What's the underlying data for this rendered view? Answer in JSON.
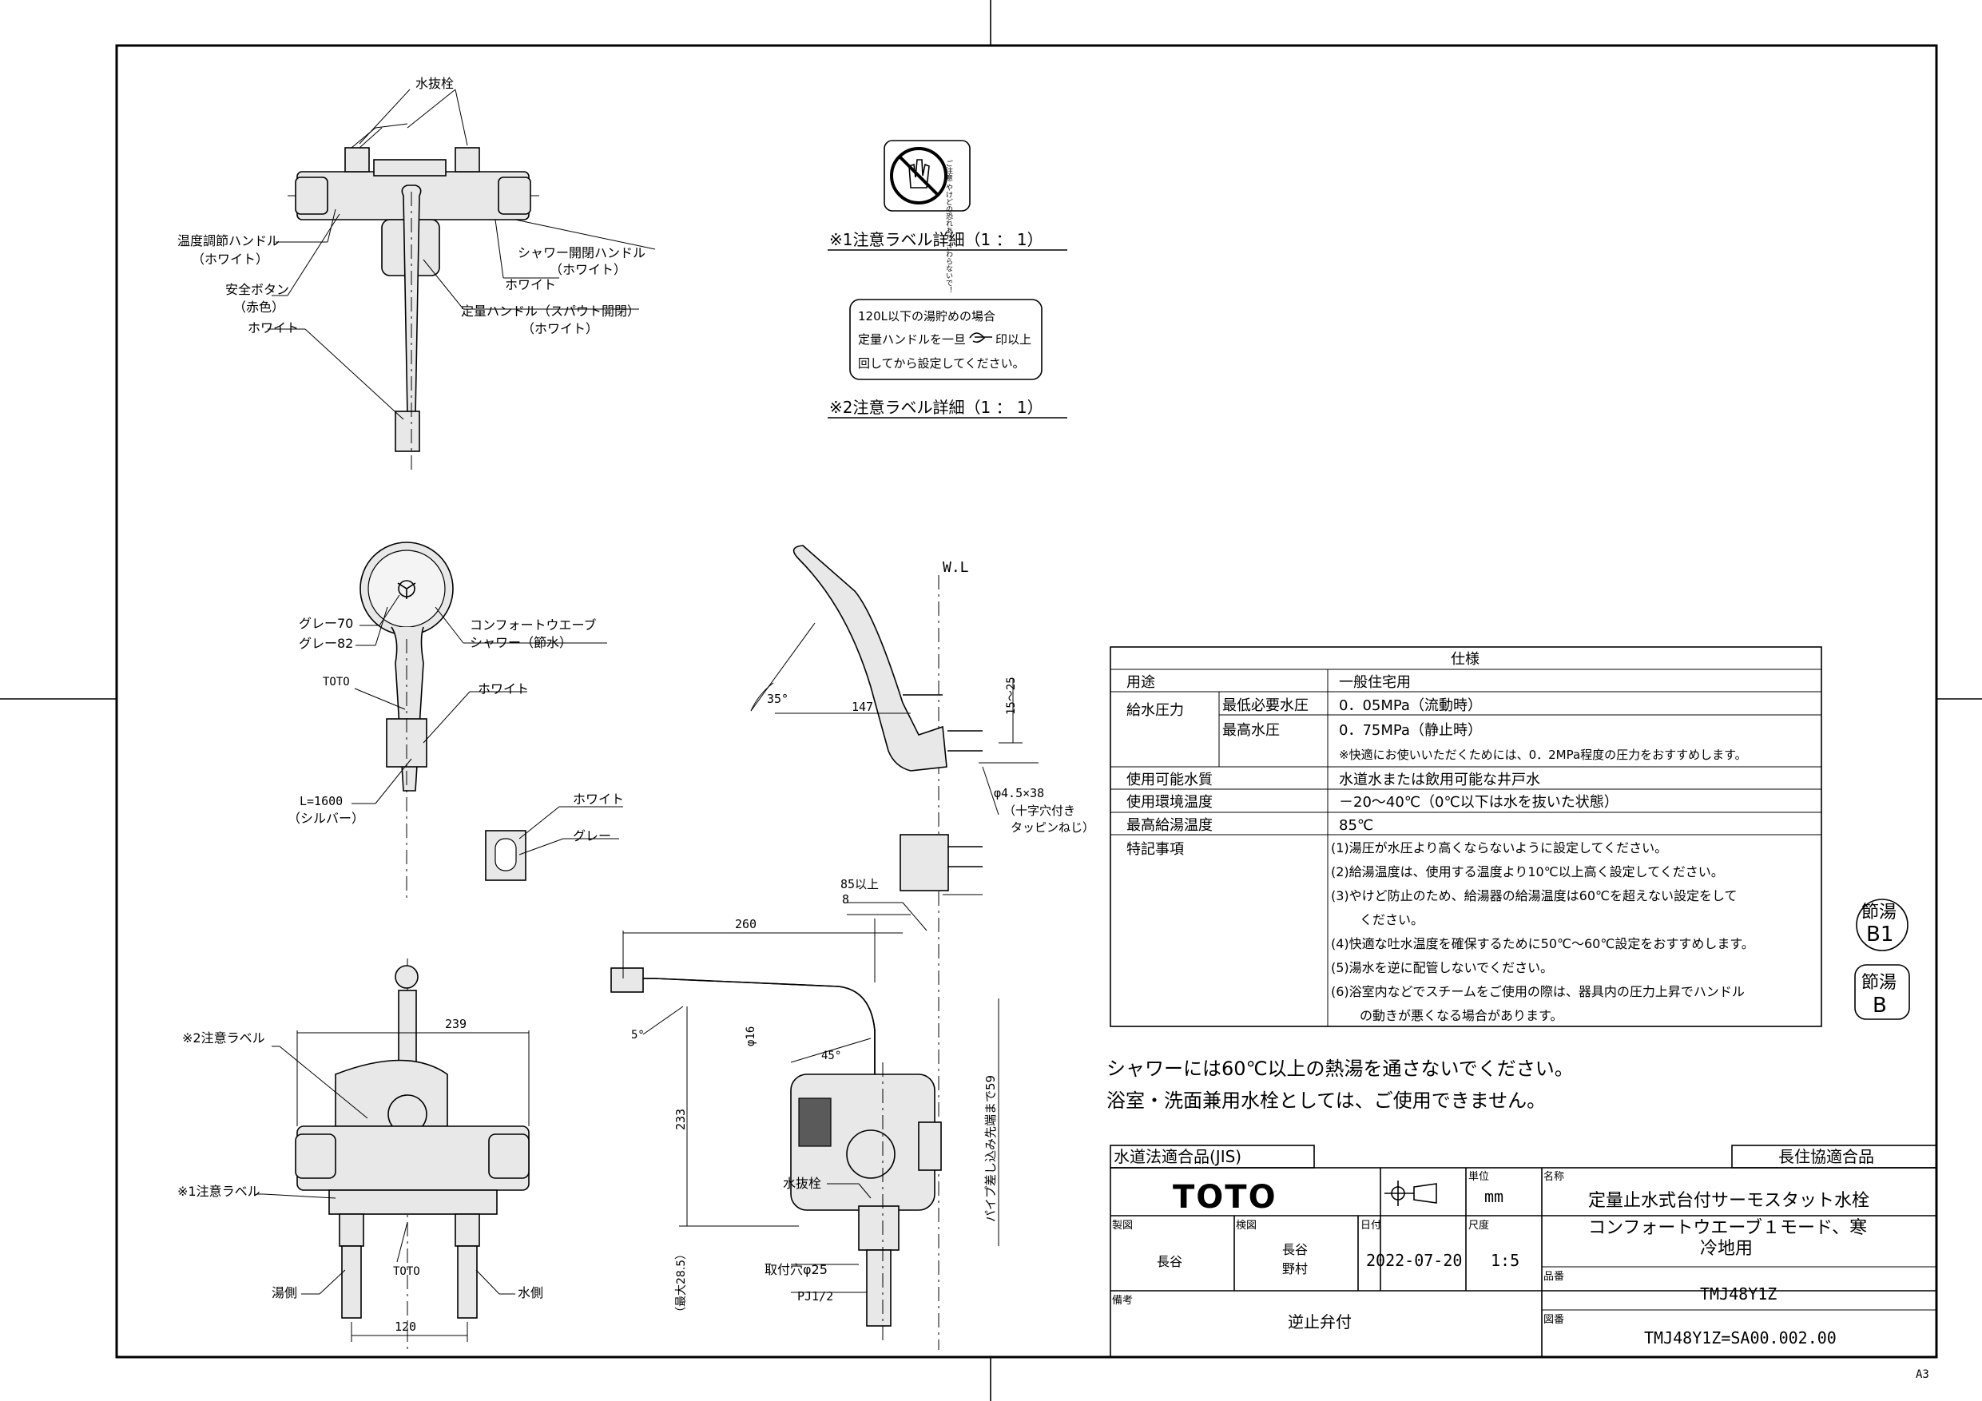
{
  "faucet_top": {
    "drain_plug": "水抜栓",
    "temp_handle": "温度調節ハンドル",
    "temp_handle_color": "（ホワイト）",
    "safety_button": "安全ボタン",
    "safety_button_color": "（赤色）",
    "white_left": "ホワイト",
    "shower_handle": "シャワー開閉ハンドル",
    "shower_handle_color": "（ホワイト）",
    "white_right": "ホワイト",
    "metered_handle": "定量ハンドル（スパウト開閉）",
    "metered_handle_color": "（ホワイト）"
  },
  "labels": {
    "label1_caption": "※1注意ラベル詳細（1 ： 1）",
    "label1_text": "ご注意 やけどの恐れあり さわらないで！",
    "label2_caption": "※2注意ラベル詳細（1 ： 1）",
    "label2_line1": "120L以下の湯貯めの場合",
    "label2_line2": "定量ハンドルを一旦",
    "label2_line2b": "印以上",
    "label2_line3": "回してから設定してください。"
  },
  "shower": {
    "grey70": "グレー70",
    "grey82": "グレー82",
    "comfort_wave": "コンフォートウエーブ",
    "shower_saving": "シャワー（節水）",
    "toto": "TOTO",
    "white": "ホワイト",
    "hose": "L=1600",
    "hose_color": "（シルバー）",
    "bracket_white": "ホワイト",
    "bracket_grey": "グレー"
  },
  "side": {
    "wl": "W.L",
    "angle35": "35°",
    "dim147": "147",
    "dim15_25": "15～25",
    "screw": "φ4.5×38",
    "screw_type1": "（十字穴付き",
    "screw_type2": "タッピンねじ）",
    "dim85": "85以上",
    "dim8": "8",
    "dim260": "260",
    "angle5": "5°",
    "dia16": "φ16",
    "angle45": "45°",
    "dim233": "233",
    "pipe_insert": "パイプ差し込み先端まで59",
    "drain_plug": "水抜栓",
    "mount_hole": "取付穴φ25",
    "pj": "PJ1/2",
    "max": "（最大28.5）"
  },
  "front": {
    "label2": "※2注意ラベル",
    "dim239": "239",
    "label1": "※1注意ラベル",
    "hot_side": "湯側",
    "toto": "TOTO",
    "cold_side": "水側",
    "dim120": "120"
  },
  "spec": {
    "title": "仕様",
    "rows": [
      {
        "k1": "用途",
        "k2": "",
        "v": "一般住宅用"
      },
      {
        "k1": "給水圧力",
        "k2": "最低必要水圧",
        "v": "0．05MPa（流動時）"
      },
      {
        "k1": "",
        "k2": "最高水圧",
        "v": "0．75MPa（静止時）"
      },
      {
        "k1": "使用可能水質",
        "k2": "",
        "v": "水道水または飲用可能な井戸水"
      },
      {
        "k1": "使用環境温度",
        "k2": "",
        "v": "－20～40℃（0℃以下は水を抜いた状態）"
      },
      {
        "k1": "最高給湯温度",
        "k2": "",
        "v": "85℃"
      }
    ],
    "pressure_note": "※快適にお使いいただくためには、0．2MPa程度の圧力をおすすめします。",
    "notes_label": "特記事項",
    "notes": [
      "(1)湯圧が水圧より高くならないように設定してください。",
      "(2)給湯温度は、使用する温度より10℃以上高く設定してください。",
      "(3)やけど防止のため、給湯器の給湯温度は60℃を超えない設定をして",
      "ください。",
      "(4)快適な吐水温度を確保するために50℃～60℃設定をおすすめします。",
      "(5)湯水を逆に配管しないでください。",
      "(6)浴室内などでスチームをご使用の際は、器具内の圧力上昇でハンドル",
      "の動きが悪くなる場合があります。"
    ]
  },
  "badges": {
    "b1_top": "節湯",
    "b1_bottom": "B1",
    "b2_top": "節湯",
    "b2_bottom": "B"
  },
  "warnings": {
    "line1": "シャワーには60℃以上の熱湯を通さないでください。",
    "line2": "浴室・洗面兼用水栓としては、ご使用できません。"
  },
  "title_block": {
    "jis": "水道法適合品(JIS)",
    "choju": "長住協適合品",
    "brand": "TOTO",
    "unit_label": "単位",
    "unit": "mm",
    "name_label": "名称",
    "name1": "定量止水式台付サーモスタット水栓",
    "name2": "コンフォートウエーブ１モード、寒",
    "name3": "冷地用",
    "drawn_label": "製図",
    "drawn": "長谷",
    "checked_label": "検図",
    "checked1": "長谷",
    "checked2": "野村",
    "date_label": "日付",
    "date": "2022-07-20",
    "scale_label": "尺度",
    "scale": "1:5",
    "part_label": "品番",
    "part": "TMJ48Y1Z",
    "remarks_label": "備考",
    "remarks": "逆止弁付",
    "drawing_label": "図番",
    "drawing_no": "TMJ48Y1Z=SA00.002.00",
    "sheet": "A3"
  }
}
